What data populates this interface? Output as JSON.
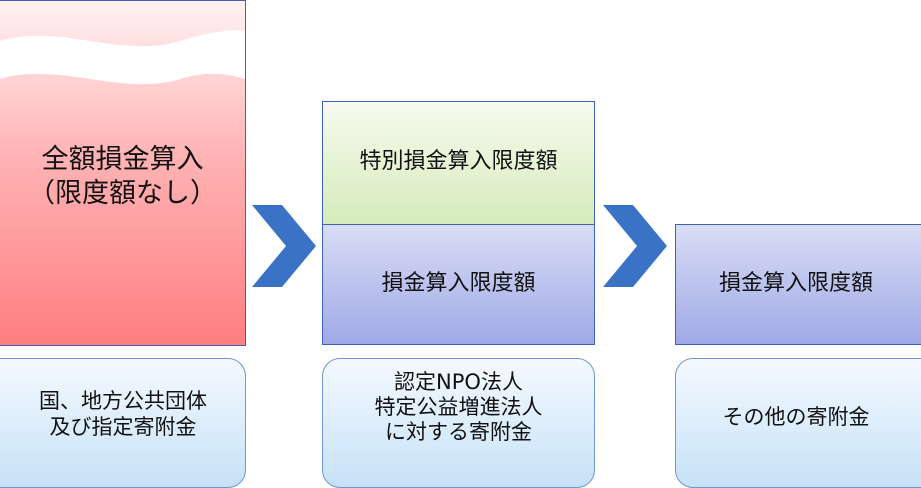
{
  "columns": [
    {
      "block": {
        "lines": [
          "全額損金算入",
          "（限度額なし）"
        ]
      },
      "category": {
        "lines": [
          "国、地方公共団体",
          "及び指定寄附金"
        ]
      }
    },
    {
      "top_block": {
        "label": "特別損金算入限度額"
      },
      "bottom_block": {
        "label": "損金算入限度額"
      },
      "category": {
        "lines": [
          "認定NPO法人",
          "特定公益増進法人",
          "に対する寄附金"
        ]
      }
    },
    {
      "block": {
        "label": "損金算入限度額"
      },
      "category": {
        "label": "その他の寄附金"
      }
    }
  ],
  "colors": {
    "arrow": "#3a73c6",
    "border": "#3d63b8",
    "full_block": "#ff7e80",
    "special_block": "#d5ebbb",
    "limit_block": "#9fa9e6",
    "category_box": "#c6e2f7"
  },
  "icons": [
    "chevron-right-icon",
    "chevron-right-icon"
  ]
}
